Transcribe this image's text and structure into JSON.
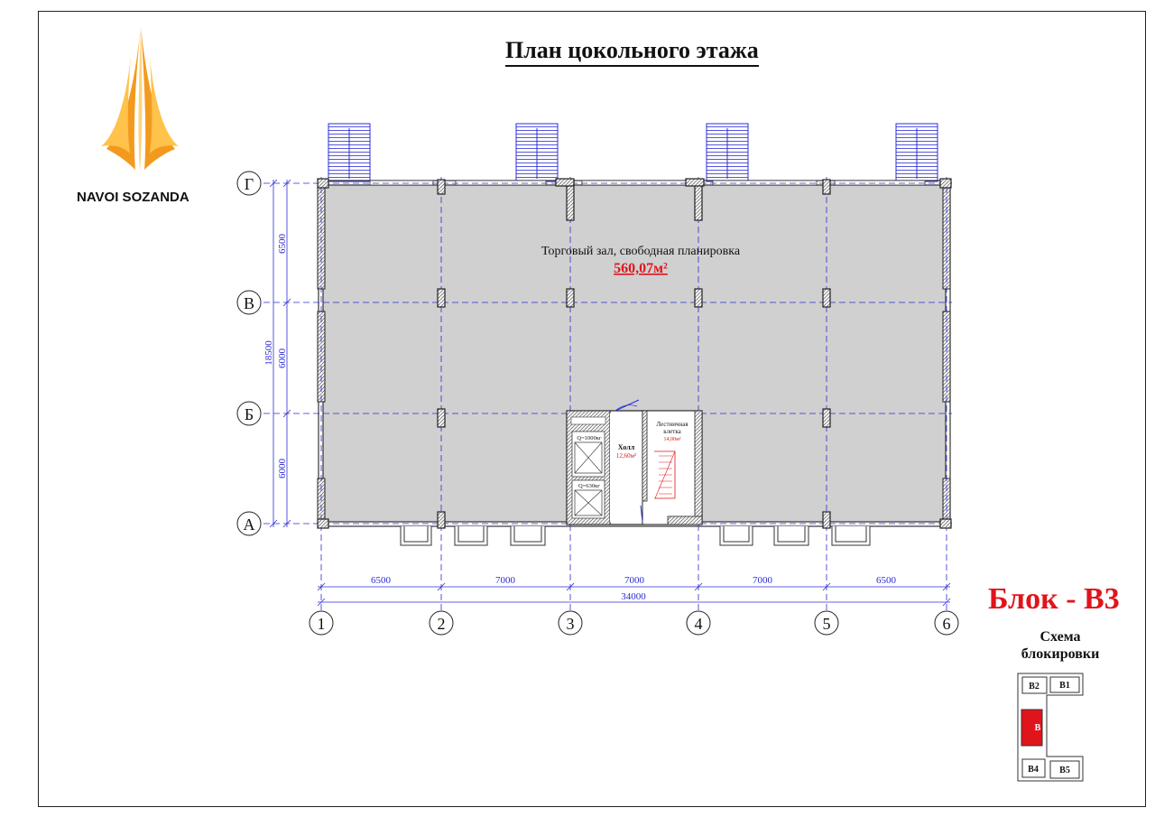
{
  "company": {
    "name": "NAVOI SOZANDA"
  },
  "title": "План цокольного этажа",
  "block_label": "Блок - В3",
  "scheme": {
    "title_line1": "Схема",
    "title_line2": "блокировки",
    "labels": [
      "В2",
      "В1",
      "В",
      "В4",
      "В5"
    ]
  },
  "colors": {
    "highlight": "#e0141b",
    "axis": "#2c2cd6",
    "floor": "#d0d0d0",
    "logo_light": "#ffc24a",
    "logo_dark": "#f08a12"
  },
  "hall": {
    "name": "Торговый зал, свободная планировка",
    "area": "560,07м²"
  },
  "lobby": {
    "name": "Холл",
    "area": "12,60м²"
  },
  "stair": {
    "name_line1": "Лестничная",
    "name_line2": "клетка",
    "area": "14,00м²"
  },
  "elevators": [
    "Q=1000кг",
    "Q=630кг"
  ],
  "axes_vertical": [
    "1",
    "2",
    "3",
    "4",
    "5",
    "6"
  ],
  "axes_horizontal": [
    "Г",
    "В",
    "Б",
    "А"
  ],
  "dims_x": [
    "6500",
    "7000",
    "7000",
    "7000",
    "6500"
  ],
  "dim_x_total": "34000",
  "dims_y": [
    "6500",
    "6000",
    "6000"
  ],
  "dim_y_total": "18500"
}
